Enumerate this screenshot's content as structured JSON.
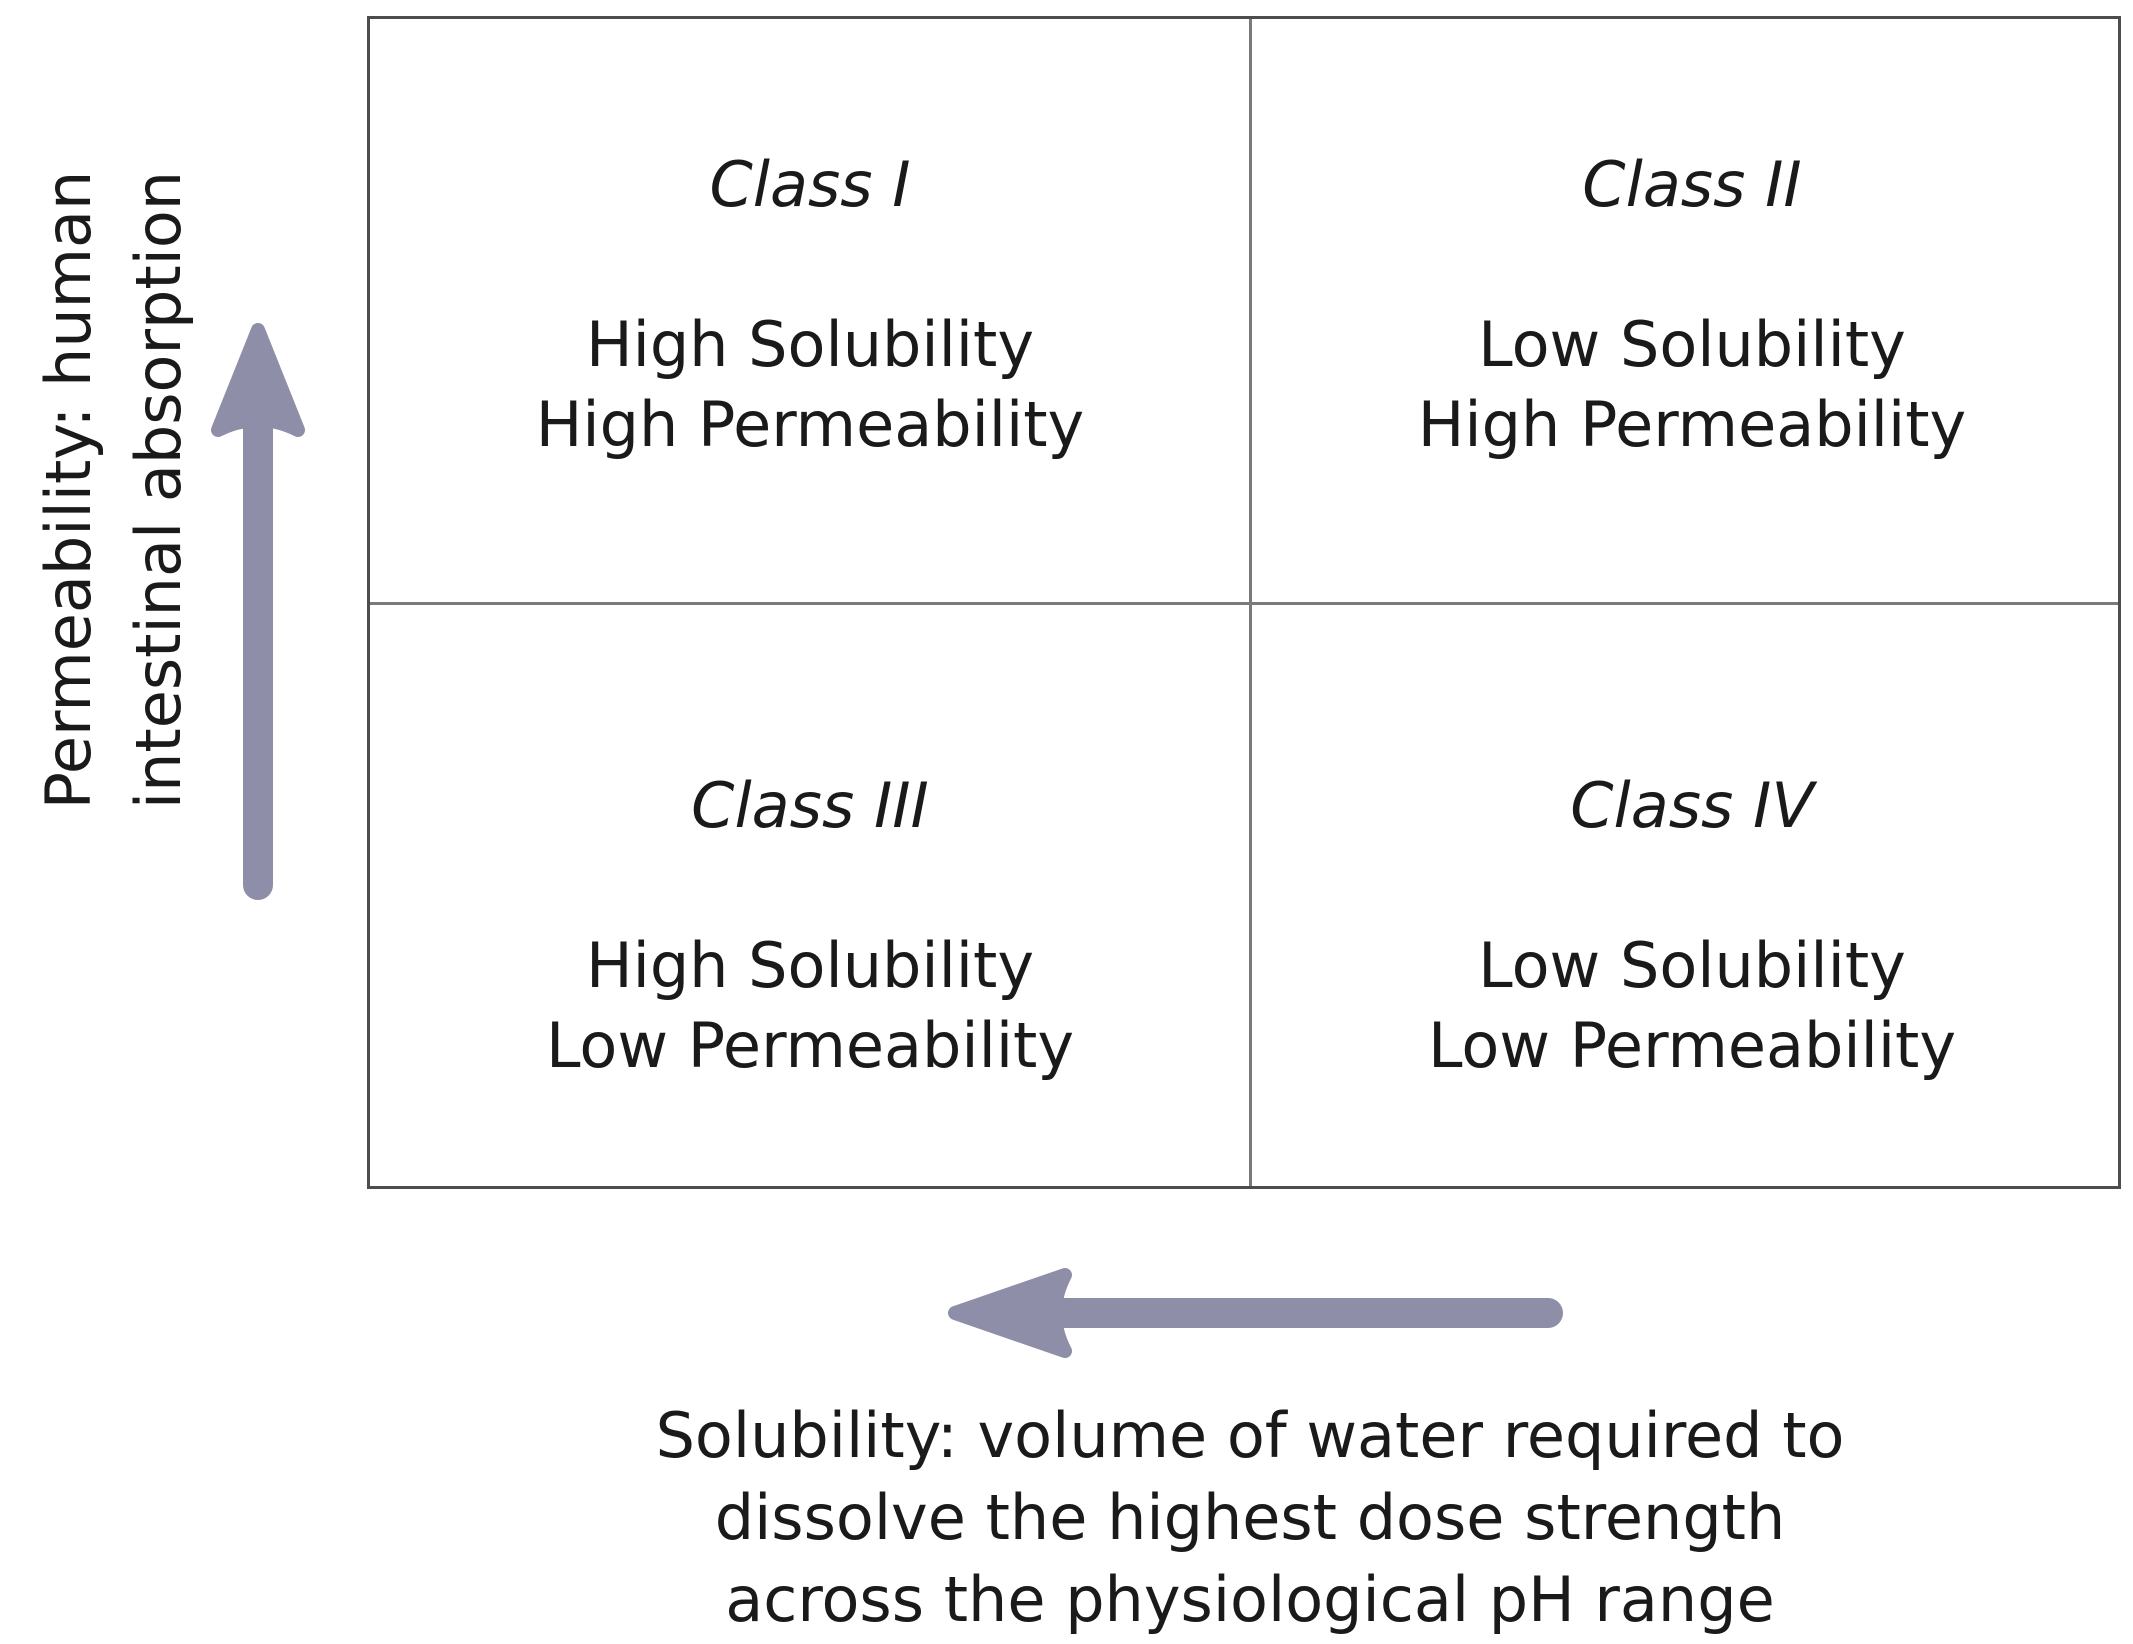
{
  "cells": [
    {
      "class": "Class I",
      "solubility": "High Solubility",
      "permeability": "High Permeability"
    },
    {
      "class": "Class II",
      "solubility": "Low Solubility",
      "permeability": "High Permeability"
    },
    {
      "class": "Class III",
      "solubility": "High Solubility",
      "permeability": "Low Permeability"
    },
    {
      "class": "Class IV",
      "solubility": "Low Solubility",
      "permeability": "Low Permeability"
    }
  ],
  "y_axis": {
    "line1": "Permeability: human",
    "line2": "intestinal absorption"
  },
  "x_axis": {
    "line1": "Solubility: volume of water required to",
    "line2": "dissolve the highest dose strength",
    "line3": "across the physiological pH range"
  },
  "colors": {
    "arrow": "#8e8ea8",
    "border": "#4d4d4d",
    "divider": "#7a7a7a"
  }
}
